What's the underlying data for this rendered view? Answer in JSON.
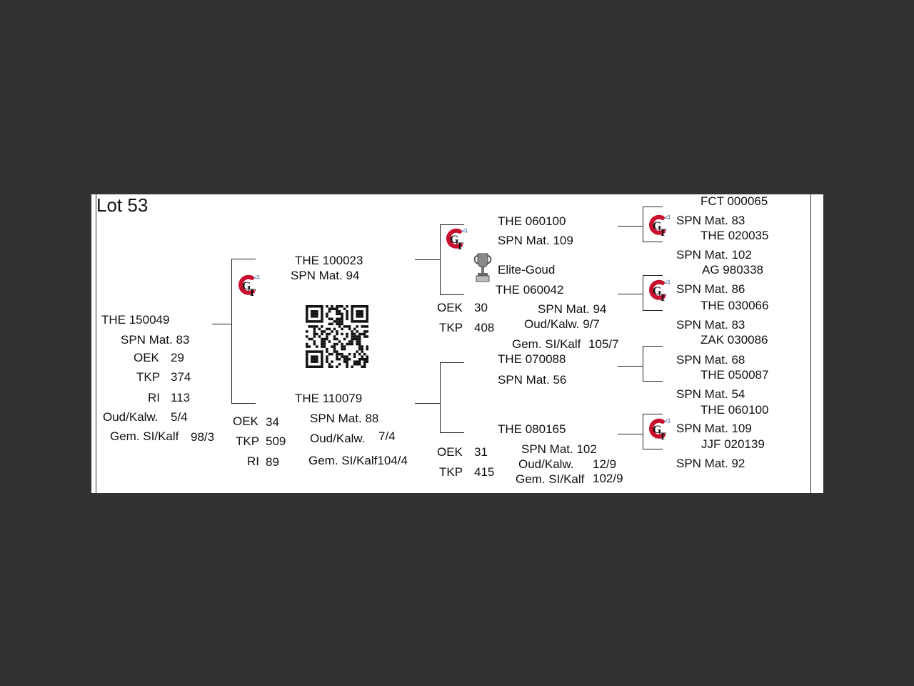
{
  "lot": "Lot 53",
  "animal": {
    "id": "THE 150049",
    "spn": "SPN Mat. 83",
    "oek_label": "OEK",
    "oek": "29",
    "tkp_label": "TKP",
    "tkp": "374",
    "ri_label": "RI",
    "ri": "113",
    "oud_label": "Oud/Kalw.",
    "oud": "5/4",
    "gem_label": "Gem. SI/Kalf",
    "gem": "98/3"
  },
  "sire": {
    "id": "THE 100023",
    "spn": "SPN Mat. 94"
  },
  "dam": {
    "id": "THE 110079",
    "oek_label": "OEK",
    "oek": "34",
    "tkp_label": "TKP",
    "tkp": "509",
    "ri_label": "RI",
    "ri": "89",
    "spn": "SPN Mat. 88",
    "oud_label": "Oud/Kalw.",
    "oud": "7/4",
    "gem": "Gem. SI/Kalf104/4"
  },
  "ss": {
    "id": "THE 060100",
    "spn": "SPN Mat. 109"
  },
  "sd": {
    "award": "Elite-Goud",
    "id": "THE 060042",
    "oek_label": "OEK",
    "oek": "30",
    "tkp_label": "TKP",
    "tkp": "408",
    "spn": "SPN Mat. 94",
    "oud": "Oud/Kalw.  9/7",
    "gem_label": "Gem. SI/Kalf",
    "gem": "105/7"
  },
  "ds": {
    "id": "THE 070088",
    "spn": "SPN Mat. 56"
  },
  "dd": {
    "id": "THE 080165",
    "oek_label": "OEK",
    "oek": "31",
    "tkp_label": "TKP",
    "tkp": "415",
    "spn": "SPN Mat. 102",
    "oud_label": "Oud/Kalw.",
    "oud": "12/9",
    "gem_label": "Gem. SI/Kalf",
    "gem": "102/9"
  },
  "g3": [
    {
      "id": "FCT 000065",
      "spn": "SPN Mat. 83"
    },
    {
      "id": "THE 020035",
      "spn": "SPN Mat. 102"
    },
    {
      "id": "AG  980338",
      "spn": "SPN Mat. 86"
    },
    {
      "id": "THE 030066",
      "spn": "SPN Mat. 83"
    },
    {
      "id": "ZAK 030086",
      "spn": "SPN Mat. 68"
    },
    {
      "id": "THE 050087",
      "spn": "SPN Mat. 54"
    },
    {
      "id": "THE 060100",
      "spn": "SPN Mat. 109"
    },
    {
      "id": "JJF 020139",
      "spn": "SPN Mat. 92"
    }
  ],
  "colors": {
    "background": "#323232",
    "paper": "#ffffff",
    "logo_red": "#c8102e"
  }
}
